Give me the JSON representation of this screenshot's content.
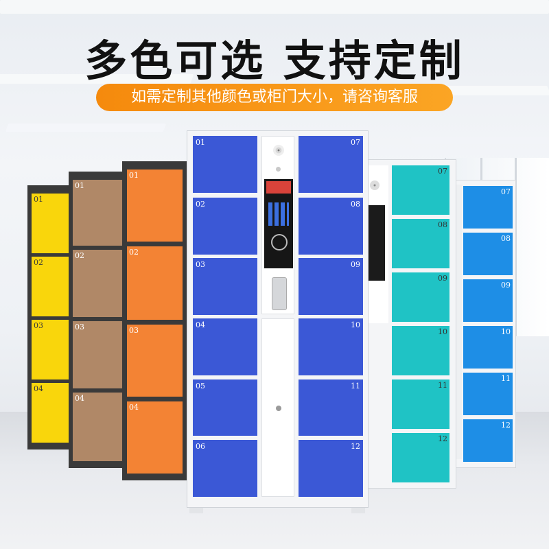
{
  "headline": "多色可选  支持定制",
  "subtitle": "如需定制其他颜色或柜门大小，请咨询客服",
  "colors": {
    "yellow": "#f9d60c",
    "brown": "#b08867",
    "orange": "#f38334",
    "blue": "#3b58d6",
    "teal": "#1fc3c5",
    "lightblue": "#1e8ee6",
    "frame_dark": "#3a3a3a",
    "frame_white": "#f4f5f7",
    "accent": "#f58a0d"
  },
  "lockers": {
    "yellow": [
      "01",
      "02",
      "03",
      "04"
    ],
    "brown": [
      "01",
      "02",
      "03",
      "04"
    ],
    "orange": [
      "01",
      "02",
      "03",
      "04"
    ],
    "blue_left": [
      "01",
      "02",
      "03",
      "04",
      "05",
      "06"
    ],
    "blue_right": [
      "07",
      "08",
      "09",
      "10",
      "11",
      "12"
    ],
    "teal": [
      "07",
      "08",
      "09",
      "10",
      "11",
      "12"
    ],
    "lightblue": [
      "07",
      "08",
      "09",
      "10",
      "11",
      "12"
    ]
  }
}
